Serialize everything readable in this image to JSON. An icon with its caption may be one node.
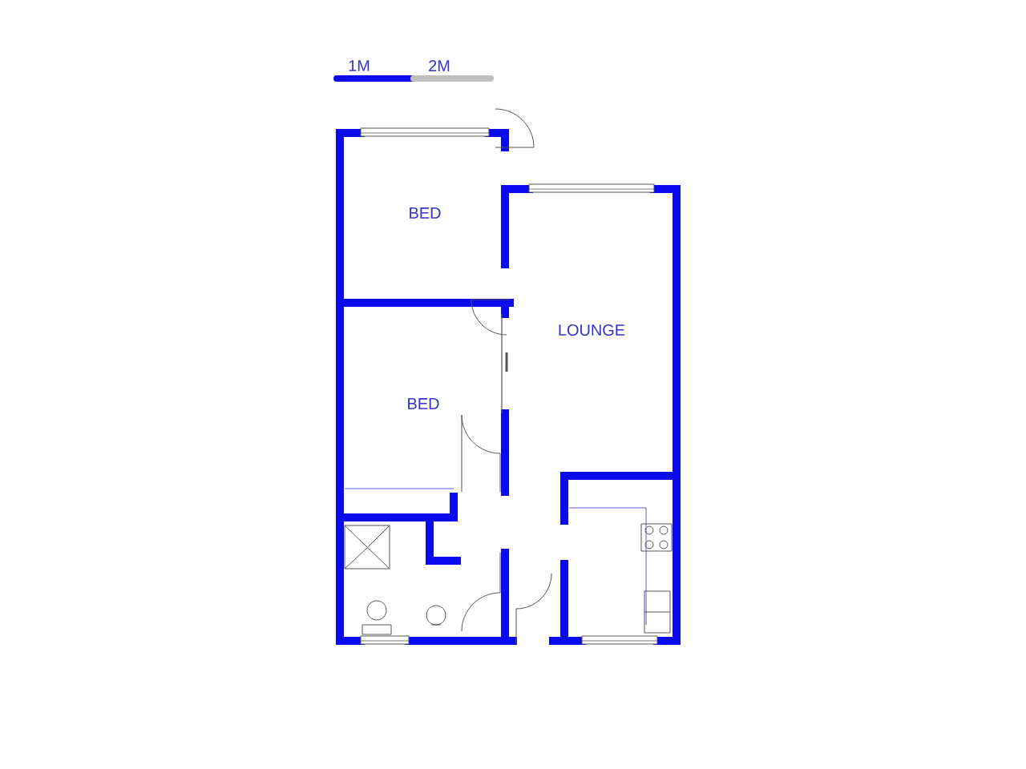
{
  "diagram": {
    "nodes": [
      {
        "text": [
          "BED"
        ]
      },
      {
        "text": [
          "BED"
        ]
      },
      {
        "text": [
          "LOUNGE"
        ]
      }
    ],
    "labels": [
      "1M",
      "2M"
    ]
  }
}
